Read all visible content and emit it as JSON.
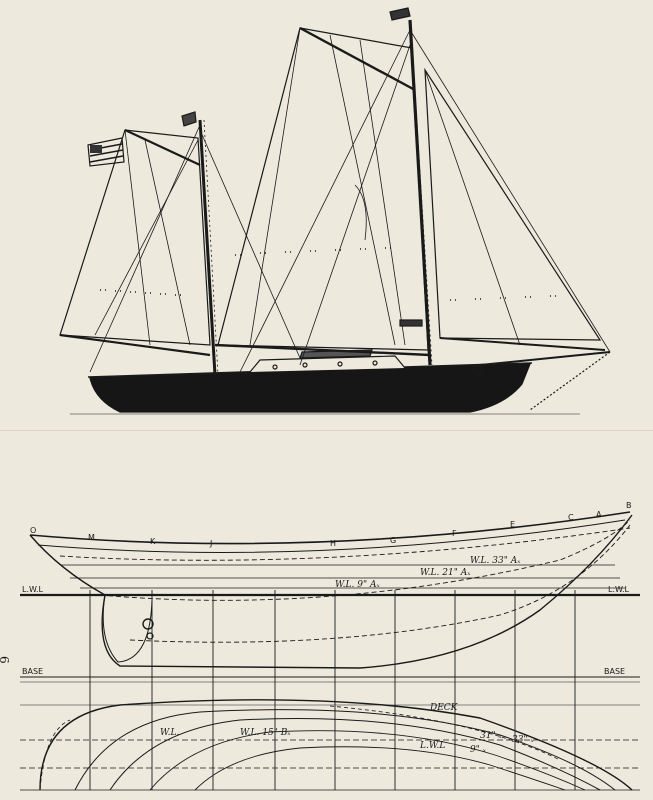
{
  "page_number": "6",
  "station_letters": [
    "O",
    "M",
    "K",
    "J",
    "H",
    "G",
    "F",
    "E",
    "C",
    "A",
    "B"
  ],
  "waterline_labels": [
    "W.L. 33\" Aₓ",
    "W.L. 21\" Aₓ",
    "W.L. 9\" Aₓ"
  ],
  "lwl_label": "L.W.L",
  "base_label": "BASE",
  "halfbreadth_labels": [
    "DECK",
    "W.L.",
    "W.L. 15\" Bₓ",
    "31\" ₓ",
    "33\" ₓ",
    "L.W.L",
    "9\" ₓ"
  ],
  "colors": {
    "paper": "#ede9dd",
    "ink": "#1a1a1a",
    "hull": "#161616"
  }
}
